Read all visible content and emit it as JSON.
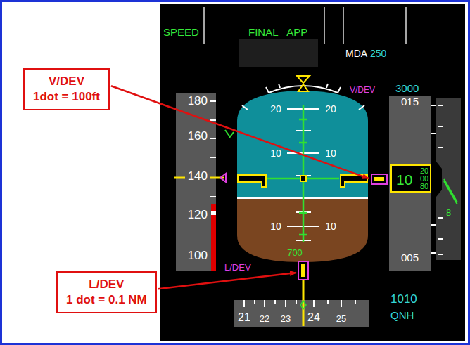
{
  "diagram": {
    "nodes": [
      {
        "text": [
          "V/DEV",
          "1dot = 100ft"
        ]
      },
      {
        "text": [
          "L/DEV",
          "1 dot = 0.1 NM"
        ]
      },
      {
        "text": [
          "180",
          "160",
          "140",
          "120",
          "100"
        ]
      },
      {
        "text": [
          "015",
          "005"
        ]
      },
      {
        "text": [
          "10",
          "20",
          "00",
          "80"
        ],
        "in": 3
      },
      {
        "text": [
          "21",
          "22",
          "23",
          "24",
          "25"
        ]
      }
    ],
    "labels": [
      "SPEED",
      "FINAL APP",
      "MDA",
      "250",
      "V/DEV",
      "3000",
      "20",
      "20",
      "10",
      "10",
      "10",
      "10",
      "700",
      "L/DEV",
      "8",
      "1010",
      "QNH"
    ]
  }
}
